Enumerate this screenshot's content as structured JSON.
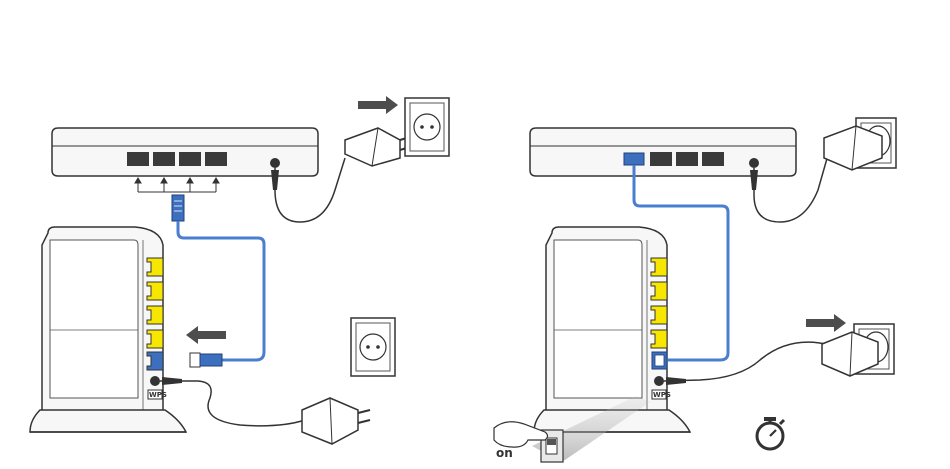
{
  "panels": [
    {
      "name": "step-connect",
      "switch_label": ""
    },
    {
      "name": "step-power-on",
      "switch_label": "on"
    }
  ],
  "router": {
    "button_label": "WPS"
  },
  "colors": {
    "lan_port": "#f6e600",
    "wan_port": "#3d6fbf",
    "cable_blue": "#4a7fd0",
    "outline": "#333333",
    "arrow": "#4d4d4d",
    "device_fill": "#f7f7f7"
  },
  "icons": [
    "modem-icon",
    "router-icon",
    "wall-socket-icon",
    "power-adapter-icon",
    "ethernet-plug-icon",
    "arrow-right-icon",
    "arrow-left-icon",
    "timer-icon",
    "hand-icon"
  ]
}
